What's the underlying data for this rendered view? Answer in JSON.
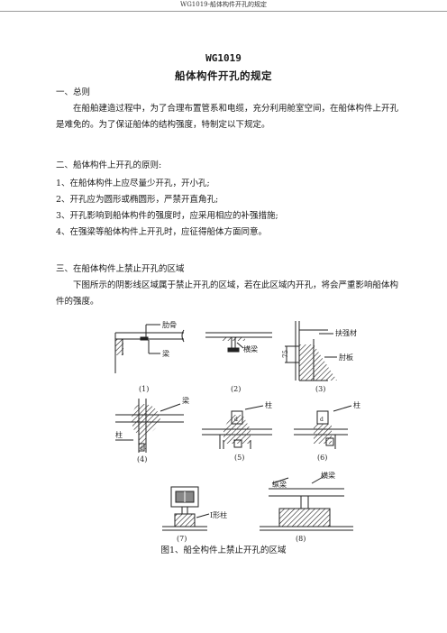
{
  "header": {
    "running_title": "WG1019-船体构件开孔的规定"
  },
  "title": {
    "code": "WG1019",
    "main": "船体构件开孔的规定"
  },
  "section1": {
    "heading": "一、总则",
    "body": "在船舶建造过程中，为了合理布置管系和电缆，充分利用舱室空间，在船体构件上开孔是难免的。为了保证船体的结构强度，特制定以下规定。"
  },
  "section2": {
    "heading": "二、船体构件上开孔的原则:",
    "items": [
      "1、在船体构件上应尽量少开孔，开小孔;",
      "2、开孔应为圆形或椭圆形，严禁开直角孔;",
      "3、开孔影响到船体构件的强度时，应采用相应的补强措施;",
      "4、在强梁等船体构件上开孔时，应征得船体方面同意。"
    ]
  },
  "section3": {
    "heading": "三、在船体构件上禁止开孔的区域",
    "body": "下图所示的阴影线区域属于禁止开孔的区域，若在此区域内开孔，将会严重影响船体构件的强度。"
  },
  "figure": {
    "caption": "图1、船全构件上禁止开孔的区域",
    "labels": {
      "rib": "肋骨",
      "beam": "梁",
      "cross_beam": "横梁",
      "stiffener": "扶强材",
      "bracket": "肘板",
      "column": "柱",
      "i_column": "I形柱",
      "long_beam": "纵梁",
      "dim_75": "75",
      "dim_d": "d"
    },
    "sub_labels": [
      "(1)",
      "(2)",
      "(3)",
      "(4)",
      "(5)",
      "(6)",
      "(7)",
      "(8)"
    ]
  }
}
